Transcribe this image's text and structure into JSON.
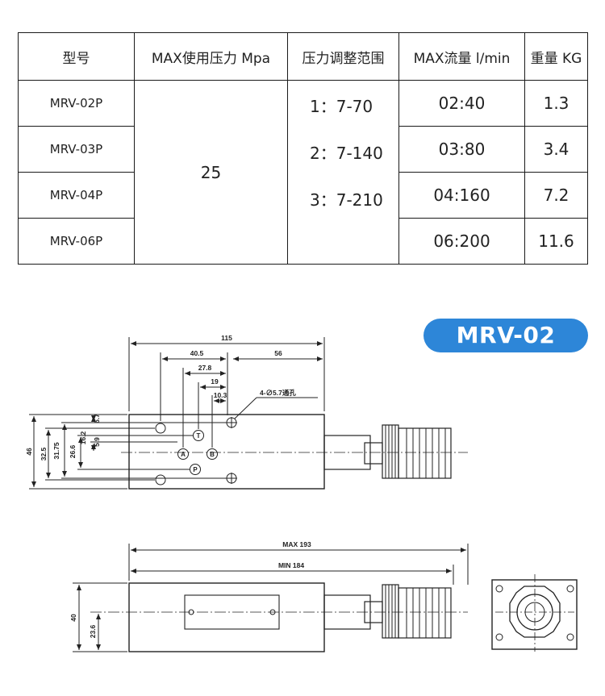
{
  "table": {
    "headers": [
      "型号",
      "MAX使用压力 Mpa",
      "压力调整范围",
      "MAX流量 l/min",
      "重量 KG"
    ],
    "models": [
      "MRV-02P",
      "MRV-03P",
      "MRV-04P",
      "MRV-06P"
    ],
    "pressure": "25",
    "ranges": [
      "1：7-70",
      "2：7-140",
      "3：7-210"
    ],
    "flows": [
      "02:40",
      "03:80",
      "04:160",
      "06:200"
    ],
    "weights": [
      "1.3",
      "3.4",
      "7.2",
      "11.6"
    ]
  },
  "badge": "MRV-02",
  "drawing_top": {
    "dims": {
      "d115": "115",
      "d40_5": "40.5",
      "d56": "56",
      "d27_8": "27.8",
      "d19": "19",
      "d10_3": "10.3",
      "d6_7": "6.7",
      "d16_2": "16.2",
      "d5_9": "5.9",
      "d26_6": "26.6",
      "d31_75": "31.75",
      "d32_5": "32.5",
      "d46": "46"
    },
    "hole_note": "4-∅5.7通孔",
    "ports": {
      "t": "T",
      "a": "A",
      "b": "B",
      "p": "P"
    }
  },
  "drawing_bottom": {
    "dims": {
      "max193": "MAX 193",
      "min184": "MIN 184",
      "d40": "40",
      "d23_6": "23.6"
    }
  }
}
